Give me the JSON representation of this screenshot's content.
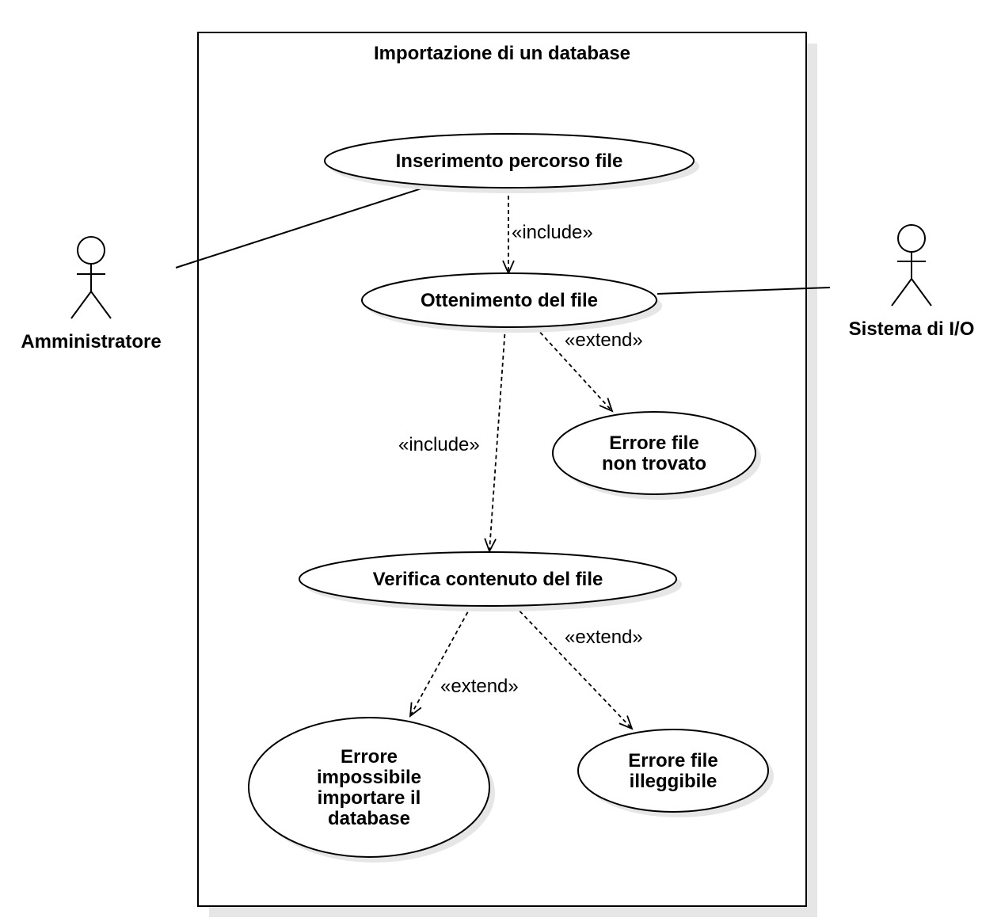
{
  "system": {
    "title": "Importazione di un database"
  },
  "actors": {
    "admin": "Amministratore",
    "io": "Sistema di I/O"
  },
  "use_cases": {
    "inserimento": [
      "Inserimento percorso file"
    ],
    "ottenimento": [
      "Ottenimento del file"
    ],
    "errore_non_trovato": [
      "Errore file",
      "non trovato"
    ],
    "verifica": [
      "Verifica contenuto del file"
    ],
    "errore_importare": [
      "Errore",
      "impossibile",
      "importare il",
      "database"
    ],
    "errore_illeggibile": [
      "Errore file",
      "illeggibile"
    ]
  },
  "relations": {
    "include_1": "«include»",
    "extend_1": "«extend»",
    "include_2": "«include»",
    "extend_2": "«extend»",
    "extend_3": "«extend»"
  }
}
